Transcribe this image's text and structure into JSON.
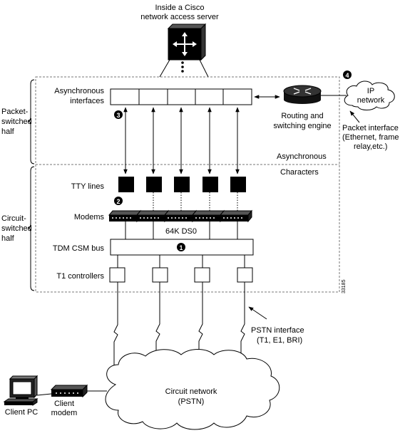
{
  "header": {
    "title_line1": "Inside a Cisco",
    "title_line2": "network access server"
  },
  "side_labels": {
    "packet_line1": "Packet-",
    "packet_line2": "switched",
    "packet_line3": "half",
    "circuit_line1": "Circuit-",
    "circuit_line2": "switched",
    "circuit_line3": "half"
  },
  "labels": {
    "async_interfaces_line1": "Asynchronous",
    "async_interfaces_line2": "interfaces",
    "routing_line1": "Routing and",
    "routing_line2": "switching engine",
    "ip_network_line1": "IP",
    "ip_network_line2": "network",
    "packet_interface_line1": "Packet interface",
    "packet_interface_line2": "(Ethernet, frame",
    "packet_interface_line3": "relay,etc.)",
    "asynchronous": "Asynchronous",
    "characters": "Characters",
    "tty_lines": "TTY lines",
    "modems": "Modems",
    "ds0": "64K DS0",
    "tdm_bus": "TDM CSM bus",
    "t1_controllers": "T1 controllers",
    "figure_id": "33185",
    "pstn_interface_line1": "PSTN interface",
    "pstn_interface_line2": "(T1, E1, BRI)",
    "circuit_network_line1": "Circuit network",
    "circuit_network_line2": "(PSTN)",
    "client_pc": "Client PC",
    "client_modem_line1": "Client",
    "client_modem_line2": "modem"
  },
  "markers": {
    "m1": "1",
    "m2": "2",
    "m3": "3",
    "m4": "4"
  }
}
